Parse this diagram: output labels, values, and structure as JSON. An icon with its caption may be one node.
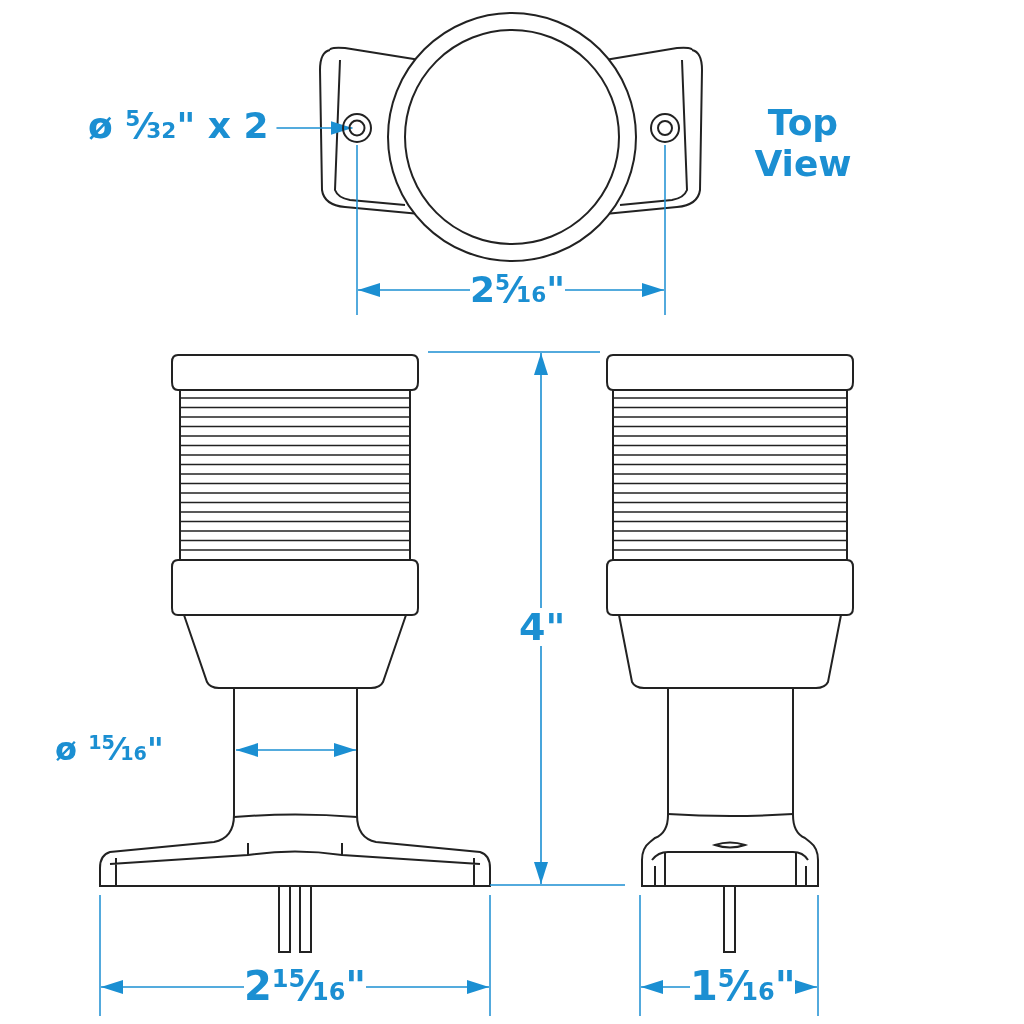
{
  "diagram": {
    "nodes": [
      {
        "text": [
          "ø $^{5}$⁄$_{32}$\" x 2"
        ]
      },
      {
        "text": [],
        "shape": "circle"
      }
    ],
    "edges": [
      {
        "from": 0,
        "to": 1,
        "arrow": "to"
      }
    ],
    "labels": [
      "Top View",
      "2$^{5}$⁄$_{16}$\"",
      "4\"",
      "ø $^{15}$⁄$_{16}$\"",
      "2$^{15}$⁄$_{16}$\"",
      "1$^{5}$⁄$_{16}$\""
    ]
  }
}
